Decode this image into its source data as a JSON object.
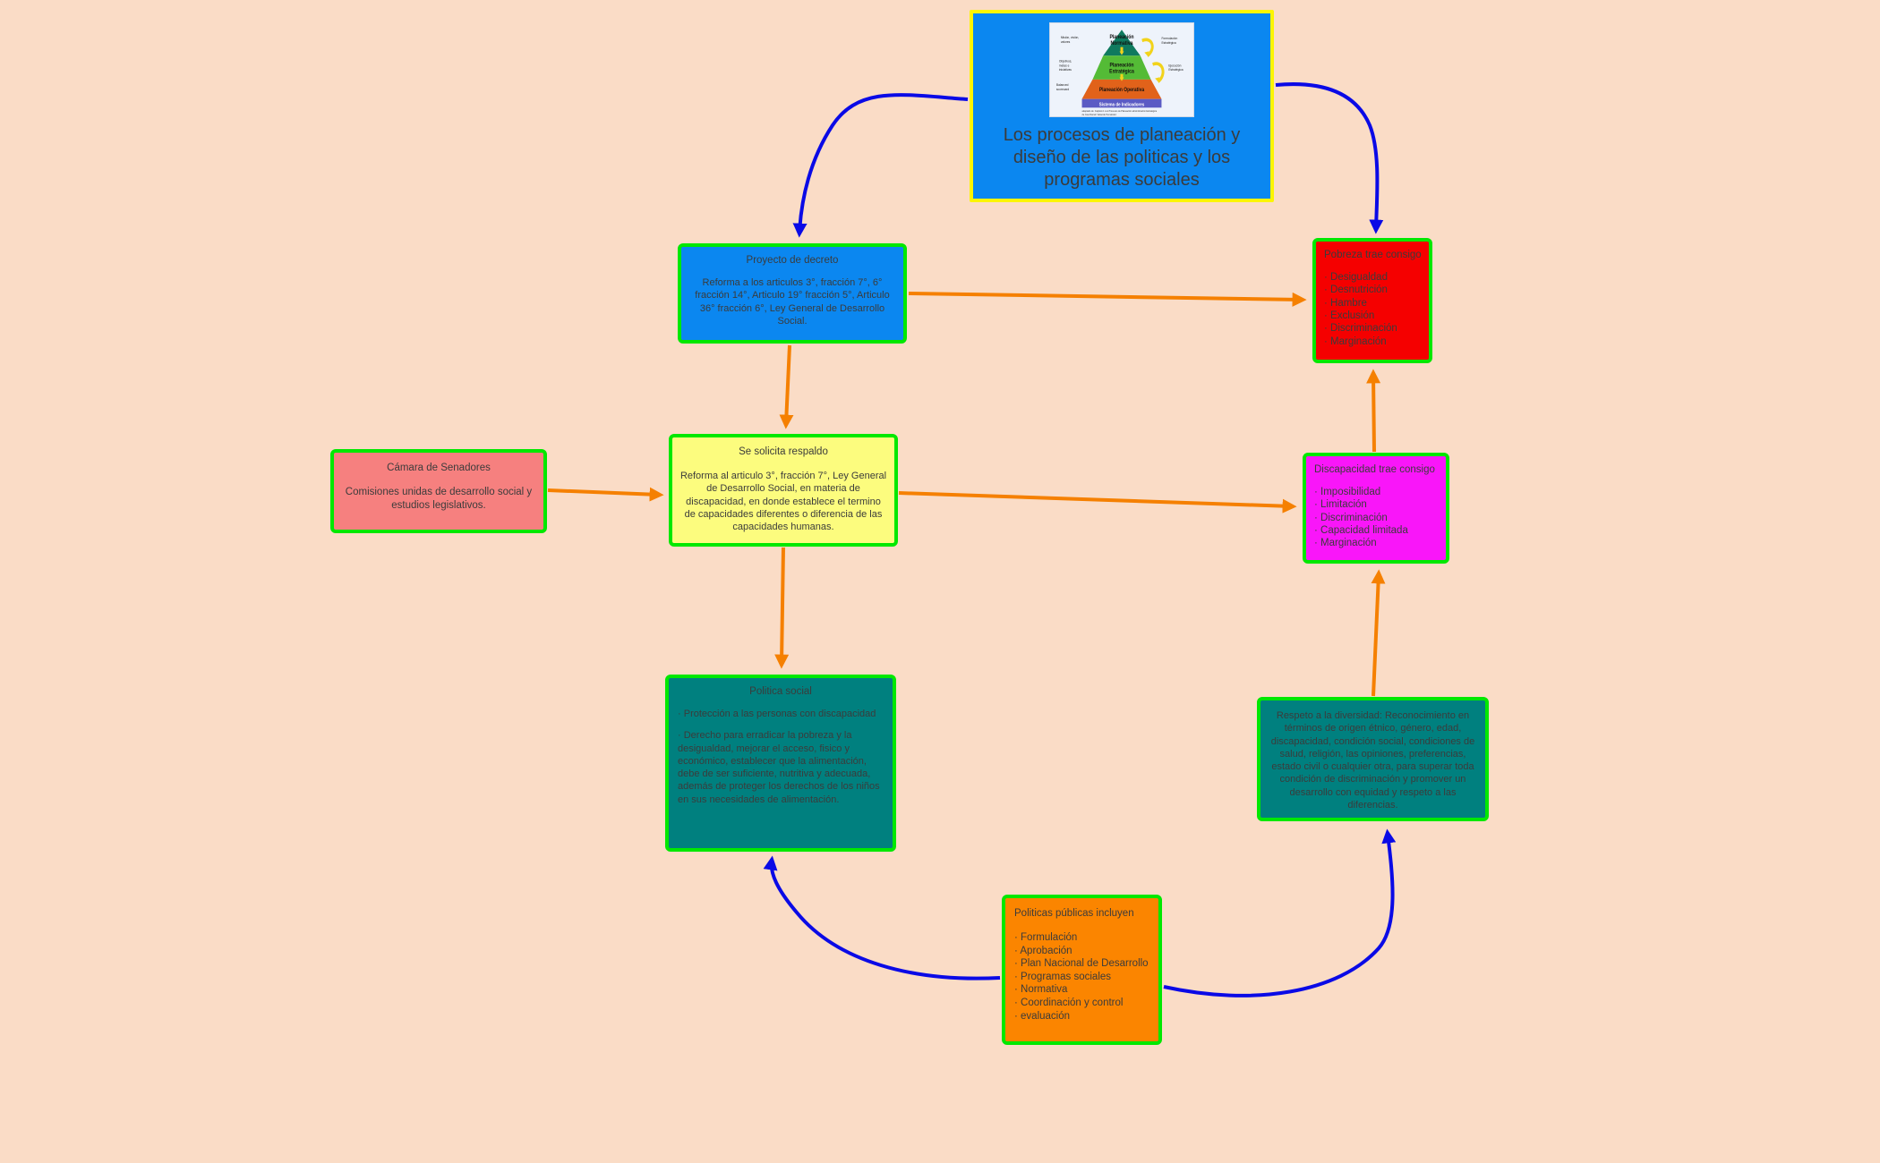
{
  "canvas": {
    "background": "#fadcc6",
    "arrow_orange": "#f58000",
    "arrow_blue": "#0a0ae6",
    "node_border": "#00e800",
    "text_color": "#3b3b3b"
  },
  "central": {
    "title": "Los procesos de planeación y diseño de las politicas y los programas sociales",
    "bg": "#0b87f0",
    "border": "#fcf500",
    "thumbnail": {
      "name": "planning-pyramid-image",
      "levels": [
        {
          "label": "Planeación Normativa",
          "color": "#0f7a5e"
        },
        {
          "label": "Planeación Estratégica",
          "color": "#54bb36"
        },
        {
          "label": "Planeación Operativa",
          "color": "#e1621a"
        },
        {
          "label": "Sistema de Indicadores",
          "color": "#5b5bc4"
        }
      ],
      "left_labels": [
        "Misión, visión, valores",
        "Objetivos, metas e iniciativas",
        "Balanced scorecard"
      ],
      "right_labels": [
        "Formulación Estratégica",
        "Ejecución Estratégica"
      ],
      "caption": "adaptado de: Capitulo 1 Los Procesos de Planeación  administración Estratégica de José Ramón Valverde Hernández"
    }
  },
  "nodes": {
    "proyecto": {
      "title": "Proyecto de decreto",
      "body": "Reforma a los articulos 3°, fracción 7°, 6° fracción 14°, Articulo 19° fracción 5°, Articulo 36° fracción 6°, Ley General de Desarrollo Social.",
      "bg": "#0b87f0"
    },
    "pobreza": {
      "title": "Pobreza trae consigo",
      "items": [
        "Desigualdad",
        "Desnutrición",
        "Hambre",
        "Exclusión",
        "Discriminación",
        "Marginación"
      ],
      "bg": "#f50000"
    },
    "camara": {
      "title": "Cámara de Senadores",
      "body": "Comisiones unidas de desarrollo social y estudios legislativos.",
      "bg": "#f6807f"
    },
    "respaldo": {
      "title": "Se solicita respaldo",
      "body": "Reforma al articulo 3°, fracción 7°, Ley General de Desarrollo Social, en materia de discapacidad, en donde establece el termino de capacidades diferentes o diferencia de las capacidades humanas.",
      "bg": "#fcfc7e"
    },
    "discapacidad": {
      "title": "Discapacidad trae consigo",
      "items": [
        "Imposibilidad",
        "Limitación",
        "Discriminación",
        "Capacidad limitada",
        "Marginación"
      ],
      "bg": "#f916f9"
    },
    "politica": {
      "title": "Politica social",
      "bullet_1": "Protección a las personas con discapacidad",
      "bullet_2": "Derecho para erradicar la pobreza y la desigualdad, mejorar el acceso, fisico y económico, establecer que la alimentación, debe de ser suficiente, nutritiva y adecuada, además de proteger los derechos de los niños en sus necesidades de alimentación.",
      "bg": "#00807f"
    },
    "diversidad": {
      "body": "Respeto a la diversidad: Reconocimiento en términos de origen étnico, género, edad, discapacidad, condición social, condiciones de salud, religión, las opiniones, preferencias, estado civil o cualquier otra, para superar toda condición de discriminación y promover un desarrollo con equidad y respeto a las diferencias.",
      "bg": "#00807f"
    },
    "publicas": {
      "title": "Politicas públicas incluyen",
      "items": [
        "Formulación",
        "Aprobación",
        "Plan Nacional de Desarrollo",
        "Programas sociales",
        "Normativa",
        "Coordinación y control",
        "evaluación"
      ],
      "bg": "#fb8500"
    }
  },
  "connectors": [
    {
      "name": "central-to-proyecto",
      "color": "#0a0ae6",
      "style": "curved"
    },
    {
      "name": "central-to-pobreza",
      "color": "#0a0ae6",
      "style": "curved"
    },
    {
      "name": "proyecto-to-pobreza",
      "color": "#f58000",
      "style": "straight"
    },
    {
      "name": "proyecto-to-respaldo",
      "color": "#f58000",
      "style": "straight"
    },
    {
      "name": "camara-to-respaldo",
      "color": "#f58000",
      "style": "straight"
    },
    {
      "name": "respaldo-to-discapacidad",
      "color": "#f58000",
      "style": "straight"
    },
    {
      "name": "respaldo-to-politica",
      "color": "#f58000",
      "style": "straight"
    },
    {
      "name": "discapacidad-to-pobreza",
      "color": "#f58000",
      "style": "straight"
    },
    {
      "name": "diversidad-to-discapacidad",
      "color": "#f58000",
      "style": "straight"
    },
    {
      "name": "publicas-to-politica",
      "color": "#0a0ae6",
      "style": "curved"
    },
    {
      "name": "publicas-to-diversidad",
      "color": "#0a0ae6",
      "style": "curved"
    }
  ]
}
